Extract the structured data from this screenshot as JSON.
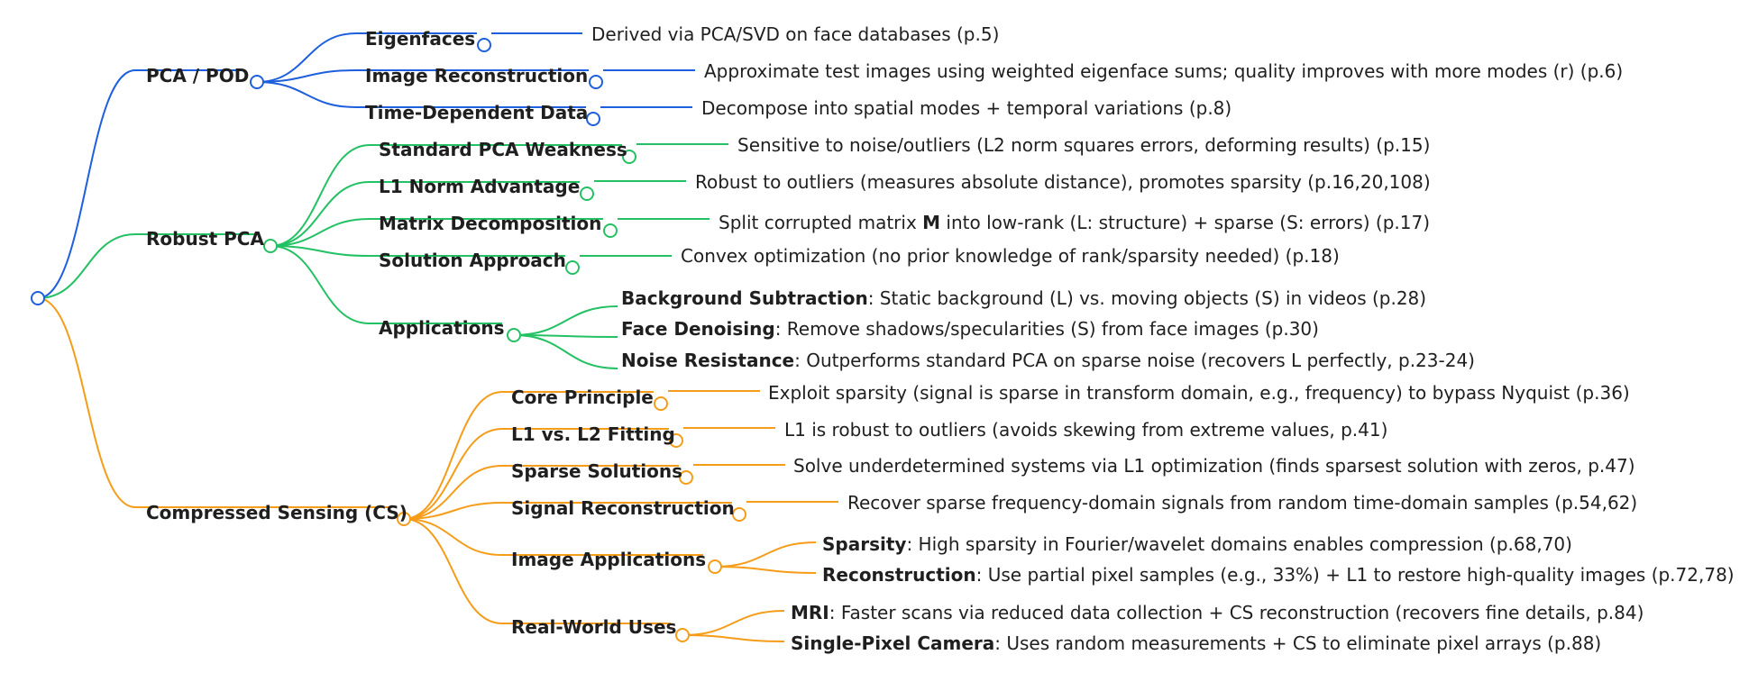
{
  "colors": {
    "pca": "#1d5fdd",
    "rpca": "#23c163",
    "cs": "#f59c18"
  },
  "root": {
    "icon": "root-node-icon"
  },
  "branches": {
    "pca": {
      "label": "PCA / POD",
      "children": [
        {
          "label": "Eigenfaces",
          "leaf": "Derived via PCA/SVD on face databases (p.5)"
        },
        {
          "label": "Image Reconstruction",
          "leaf": "Approximate test images using weighted eigenface sums; quality improves with more modes (r) (p.6)"
        },
        {
          "label": "Time-Dependent Data",
          "leaf": "Decompose into spatial modes + temporal variations (p.8)"
        }
      ]
    },
    "rpca": {
      "label": "Robust PCA",
      "children": [
        {
          "label": "Standard PCA Weakness",
          "leaf": "Sensitive to noise/outliers (L2 norm squares errors, deforming results) (p.15)"
        },
        {
          "label": "L1 Norm Advantage",
          "leaf": "Robust to outliers (measures absolute distance), promotes sparsity (p.16,20,108)"
        },
        {
          "label": "Matrix Decomposition",
          "leaf_a": "Split corrupted matrix ",
          "leaf_bold": "M",
          "leaf_b": " into low-rank (L: structure) + sparse (S: errors) (p.17)"
        },
        {
          "label": "Solution Approach",
          "leaf": "Convex optimization (no prior knowledge of rank/sparsity needed) (p.18)"
        },
        {
          "label": "Applications",
          "subs": [
            {
              "title": "Background Subtraction",
              "text": ": Static background (L) vs. moving objects (S) in videos (p.28)"
            },
            {
              "title": "Face Denoising",
              "text": ": Remove shadows/specularities (S) from face images (p.30)"
            },
            {
              "title": "Noise Resistance",
              "text": ": Outperforms standard PCA on sparse noise (recovers L perfectly, p.23-24)"
            }
          ]
        }
      ]
    },
    "cs": {
      "label": "Compressed Sensing (CS)",
      "children": [
        {
          "label": "Core Principle",
          "leaf": "Exploit sparsity (signal is sparse in transform domain, e.g., frequency) to bypass Nyquist (p.36)"
        },
        {
          "label": "L1 vs. L2 Fitting",
          "leaf": "L1 is robust to outliers (avoids skewing from extreme values, p.41)"
        },
        {
          "label": "Sparse Solutions",
          "leaf": "Solve underdetermined systems via L1 optimization (finds sparsest solution with zeros, p.47)"
        },
        {
          "label": "Signal Reconstruction",
          "leaf": "Recover sparse frequency-domain signals from random time-domain samples (p.54,62)"
        },
        {
          "label": "Image Applications",
          "subs": [
            {
              "title": "Sparsity",
              "text": ": High sparsity in Fourier/wavelet domains enables compression (p.68,70)"
            },
            {
              "title": "Reconstruction",
              "text": ": Use partial pixel samples (e.g., 33%) + L1 to restore high-quality images (p.72,78)"
            }
          ]
        },
        {
          "label": "Real-World Uses",
          "subs": [
            {
              "title": "MRI",
              "text": ": Faster scans via reduced data collection + CS reconstruction (recovers fine details, p.84)"
            },
            {
              "title": "Single-Pixel Camera",
              "text": ": Uses random measurements + CS to eliminate pixel arrays (p.88)"
            }
          ]
        }
      ]
    }
  }
}
